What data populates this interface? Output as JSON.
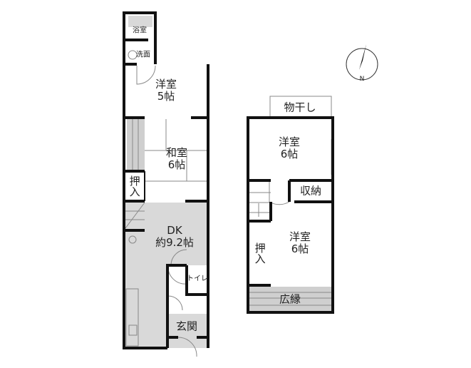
{
  "floor1": {
    "bath": "浴室",
    "wash": "洗面",
    "western_room": {
      "name": "洋室",
      "size": "5帖"
    },
    "japanese_room": {
      "name": "和室",
      "size": "6帖"
    },
    "closet": "押入",
    "dk": {
      "name": "DK",
      "size": "約9.2帖"
    },
    "toilet": "トイレ",
    "entrance": "玄関"
  },
  "floor2": {
    "drying": "物干し",
    "western_room_1": {
      "name": "洋室",
      "size": "6帖"
    },
    "storage": "収納",
    "western_room_2": {
      "name": "洋室",
      "size": "6帖"
    },
    "closet": "押入",
    "veranda": "広縁"
  },
  "compass": {
    "label": "N"
  }
}
